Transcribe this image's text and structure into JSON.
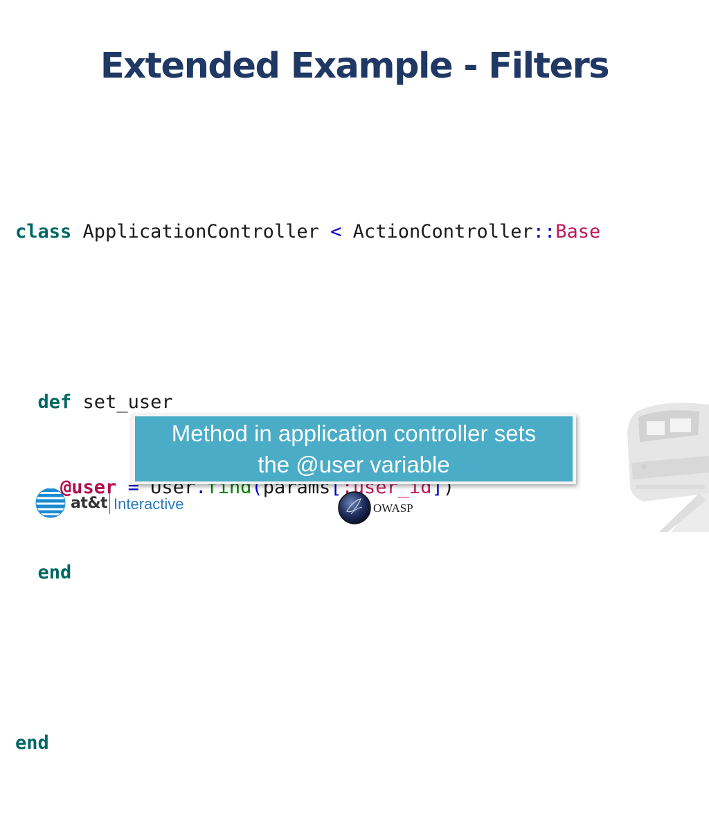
{
  "slide": {
    "title": "Extended Example - Filters"
  },
  "code": {
    "line1": {
      "kw": "class",
      "name": " ApplicationController ",
      "op": "<",
      "parent": " ActionController",
      "scope": "::",
      "const": "Base"
    },
    "line3": {
      "indent": "  ",
      "kw": "def",
      "name": " set_user"
    },
    "line4": {
      "indent": "    ",
      "ivar": "@user",
      "sp1": " ",
      "op": "=",
      "cls": " User",
      "dot": ".",
      "meth": "find",
      "lparen": "(",
      "arg": "params",
      "lbr": "[",
      "sym": ":user_id",
      "rbr": "]",
      "rparen": ")"
    },
    "line5": {
      "indent": "  ",
      "kw": "end"
    },
    "line7": {
      "kw": "end"
    }
  },
  "callout": {
    "line1": "Method in application controller sets",
    "line2": "the @user variable"
  },
  "footer": {
    "att_brand": "at&t",
    "att_product": "Interactive",
    "owasp": "OWASP"
  },
  "colors": {
    "title": "#1f3864",
    "keyword": "#006666",
    "callout_bg": "#4aacc6"
  }
}
